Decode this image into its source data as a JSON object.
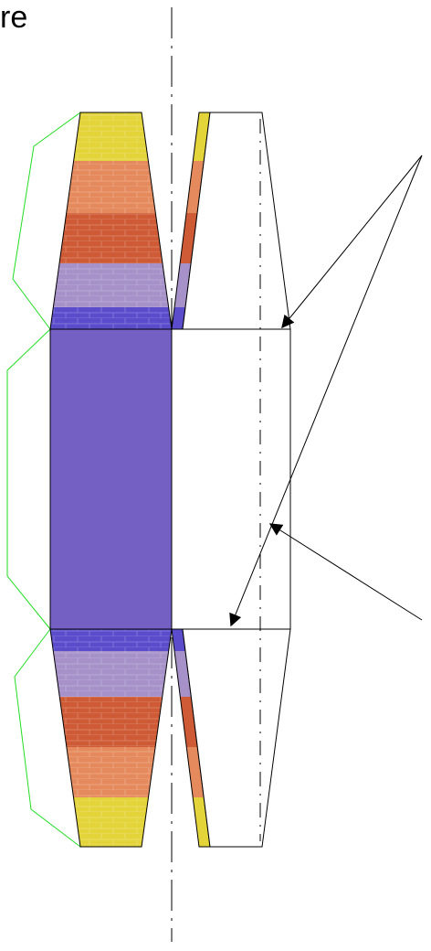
{
  "title_fragment": "re",
  "colors": {
    "yellow": "#e3d43a",
    "salmon": "#e58a5c",
    "brick": "#cf5b36",
    "lavender": "#a791c9",
    "indigo": "#5b4ccc",
    "purple": "#7460c2",
    "guide_green": "#22dd22",
    "outline": "#000000"
  },
  "bands": [
    "yellow",
    "salmon",
    "brick",
    "lavender",
    "indigo"
  ],
  "icons": {
    "arrow": "arrowhead-icon"
  }
}
